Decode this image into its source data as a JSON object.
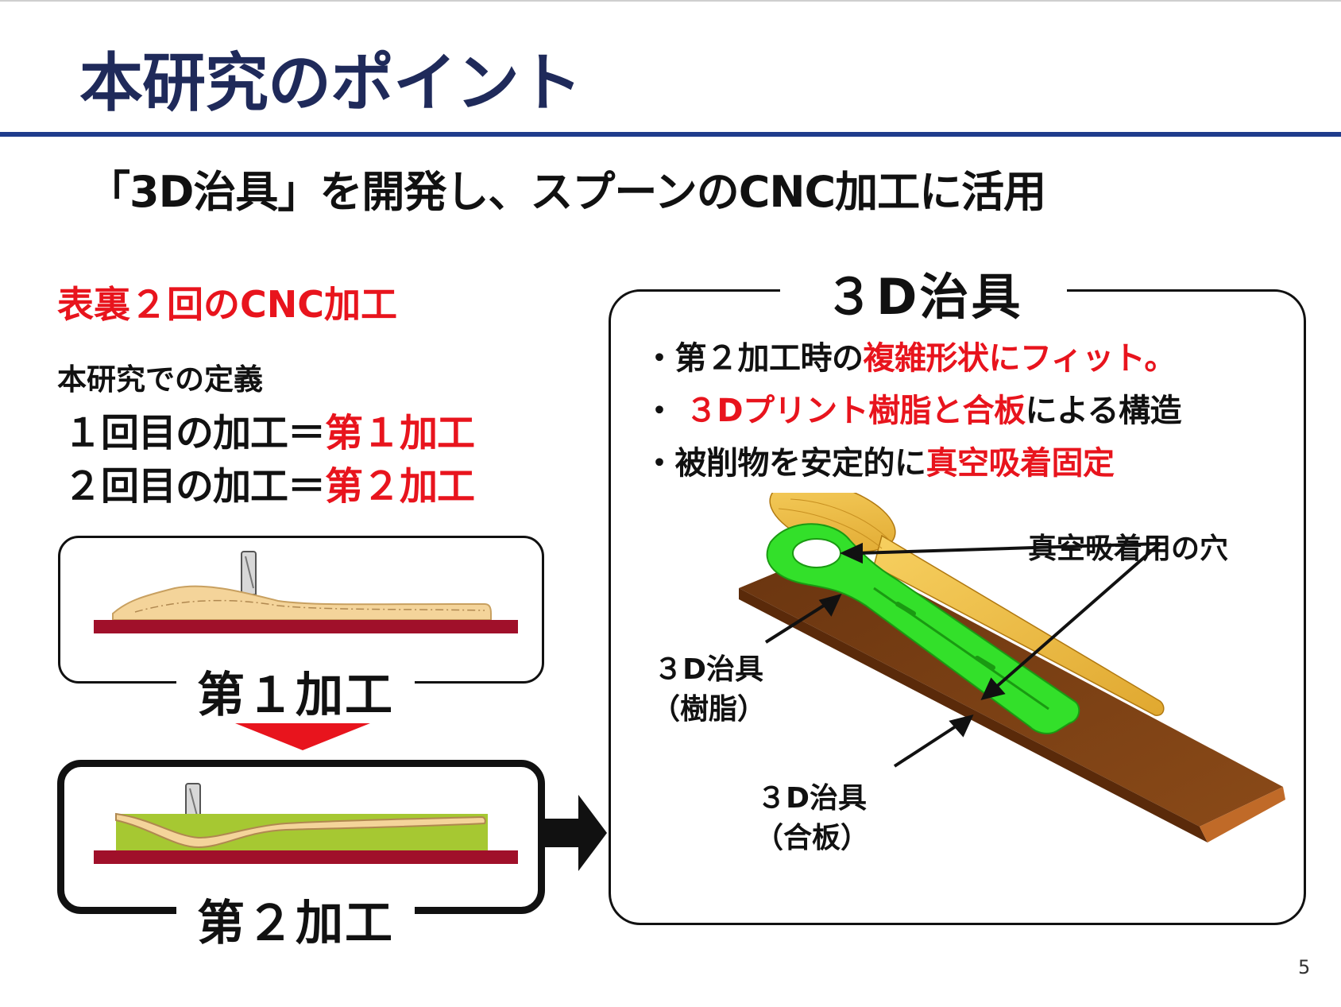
{
  "title": "本研究のポイント",
  "subtitle": {
    "before": "「3D治具」を開発し、スプーンの",
    "after": "CNC加工に活用"
  },
  "left": {
    "heading": "表裏２回のCNC加工",
    "definition_label": "本研究での定義",
    "line1_prefix": "１回目の加工＝",
    "line1_value": "第１加工",
    "line2_prefix": "２回目の加工＝",
    "line2_value": "第２加工",
    "stage1_label": "第１加工",
    "stage2_label": "第２加工"
  },
  "right": {
    "title": "３D治具",
    "bullet1_prefix": "・第２加工時の",
    "bullet1_highlight": "複雑形状にフィット。",
    "bullet2_dot": "・",
    "bullet2_highlight": "３Dプリント樹脂と合板",
    "bullet2_suffix": "による構造",
    "bullet3_prefix": "・被削物を安定的に",
    "bullet3_highlight": "真空吸着固定",
    "annotation_hole": "真空吸着用の穴",
    "annotation_resin_1": "３D治具",
    "annotation_resin_2": "（樹脂）",
    "annotation_ply_1": "３D治具",
    "annotation_ply_2": "（合板）"
  },
  "page_number": "5",
  "colors": {
    "title": "#1f2a5a",
    "title_rule": "#1f3c8c",
    "highlight_red": "#e8141d",
    "jig_green": "#33e02a",
    "plywood_brown": "#7a3e10",
    "spoon_gold": "#f0c040",
    "base_plate_red": "#a0102a",
    "workpiece_cream": "#f4d49a",
    "stage2_block_green": "#a6c832"
  }
}
